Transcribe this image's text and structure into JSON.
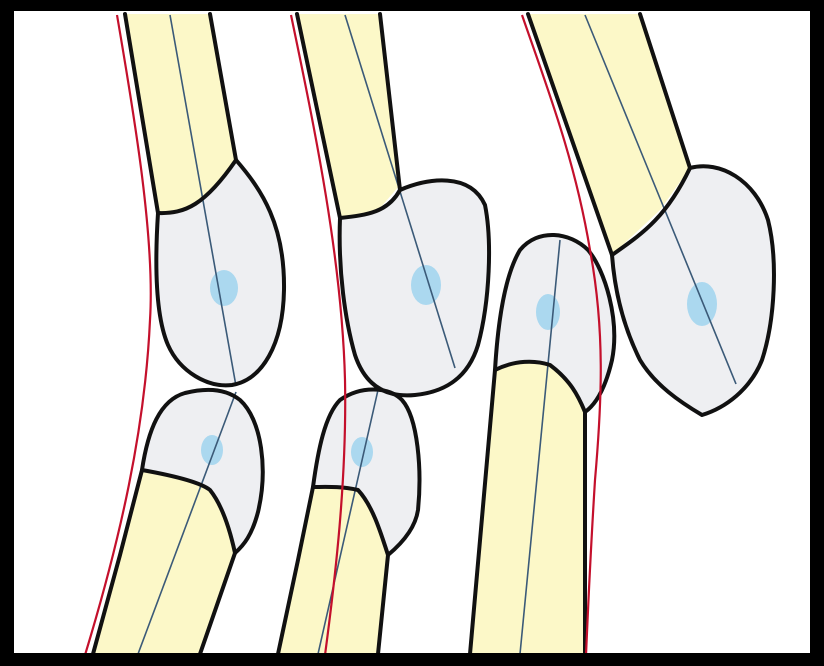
{
  "colors": {
    "bone_shaft": "#fcf8c8",
    "bone_head": "#eeeff2",
    "outline": "#111111",
    "axis_line": "#3b5a78",
    "alignment_line": "#c4102c",
    "center_marker": "#9fd3ee",
    "frame": "#000000"
  },
  "panels": [
    {
      "id": "panel-1"
    },
    {
      "id": "panel-2"
    },
    {
      "id": "panel-3"
    },
    {
      "id": "panel-4"
    }
  ]
}
